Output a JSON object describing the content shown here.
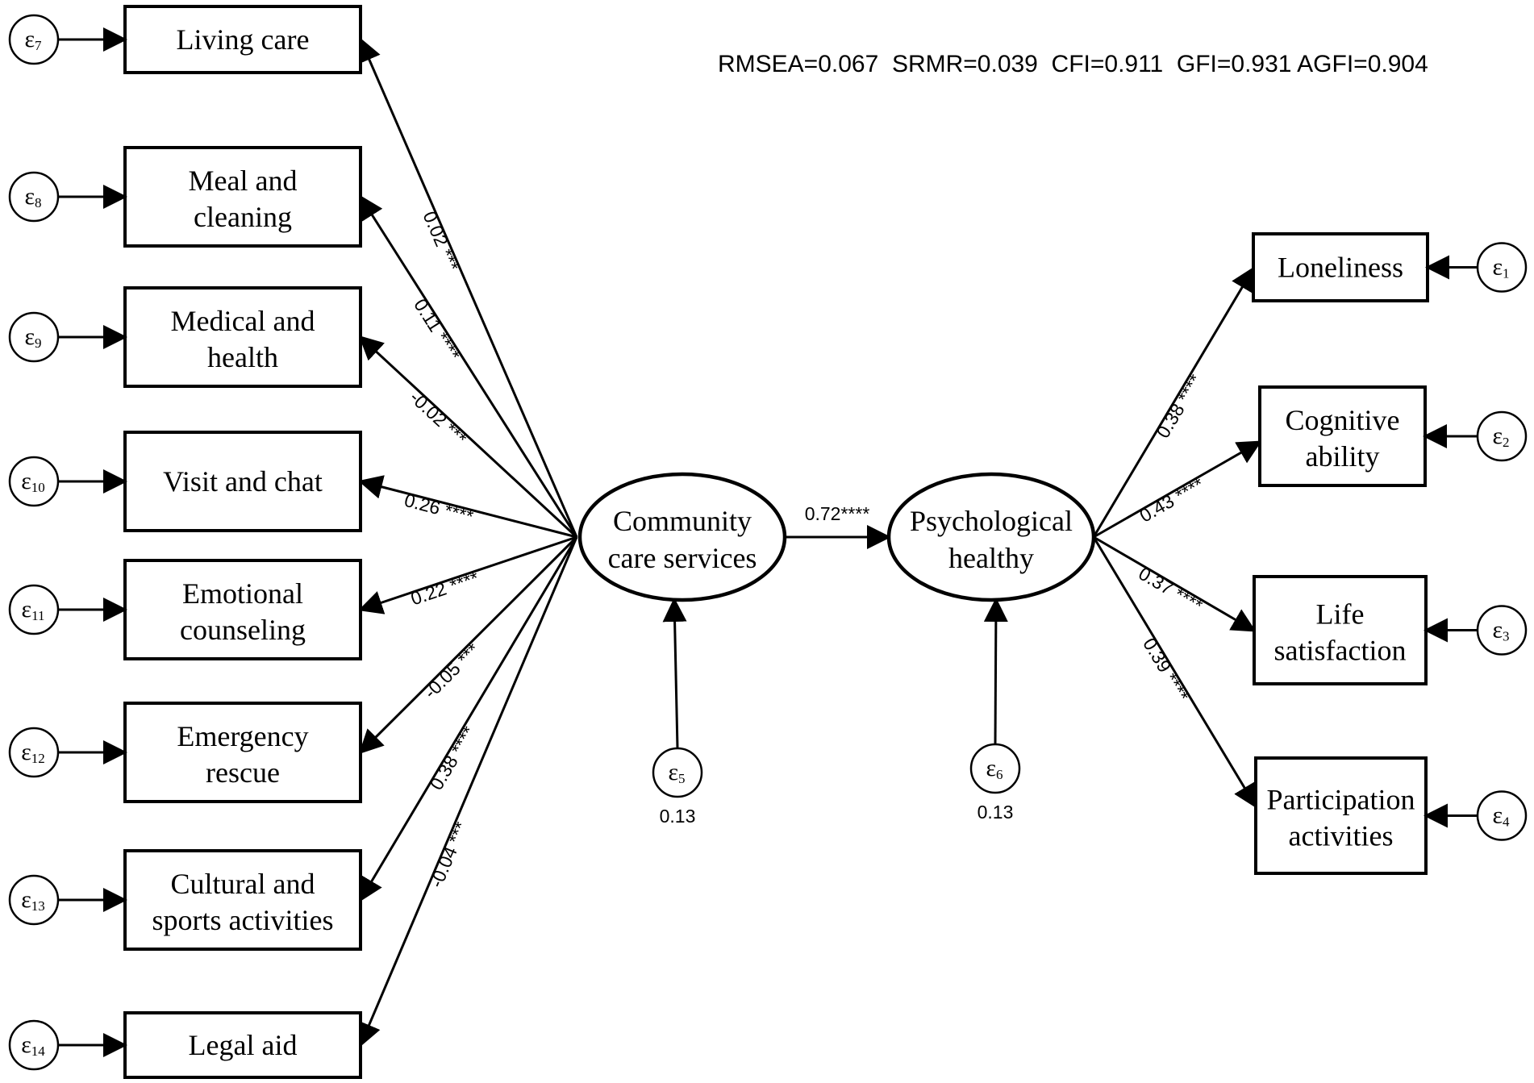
{
  "fit_indices": "RMSEA=0.067  SRMR=0.039  CFI=0.911  GFI=0.931 AGFI=0.904",
  "latent": {
    "community": {
      "line1": "Community",
      "line2": "care services"
    },
    "psych": {
      "line1": "Psychological",
      "line2": "healthy"
    }
  },
  "structural_path": {
    "coef": "0.72****"
  },
  "residuals": {
    "e5": {
      "symbol": "ε",
      "sub": "5",
      "value": "0.13"
    },
    "e6": {
      "symbol": "ε",
      "sub": "6",
      "value": "0.13"
    }
  },
  "left_indicators": [
    {
      "line1": "Living care",
      "line2": "",
      "coef": "0.02 ***",
      "err_sub": "7"
    },
    {
      "line1": "Meal and",
      "line2": "cleaning",
      "coef": "0.11 ****",
      "err_sub": "8"
    },
    {
      "line1": "Medical and",
      "line2": "health",
      "coef": "-0.02 ***",
      "err_sub": "9"
    },
    {
      "line1": "Visit and chat",
      "line2": "",
      "coef": "0.26 ****",
      "err_sub": "10"
    },
    {
      "line1": "Emotional",
      "line2": "counseling",
      "coef": "0.22 ****",
      "err_sub": "11"
    },
    {
      "line1": "Emergency",
      "line2": "rescue",
      "coef": "-0.05 ***",
      "err_sub": "12"
    },
    {
      "line1": "Cultural and",
      "line2": "sports activities",
      "coef": "0.38 ****",
      "err_sub": "13"
    },
    {
      "line1": "Legal aid",
      "line2": "",
      "coef": "-0.04 ***",
      "err_sub": "14"
    }
  ],
  "right_indicators": [
    {
      "line1": "Loneliness",
      "line2": "",
      "coef": "0.38 ****",
      "err_sub": "1"
    },
    {
      "line1": "Cognitive",
      "line2": "ability",
      "coef": "0.43 ****",
      "err_sub": "2"
    },
    {
      "line1": "Life",
      "line2": "satisfaction",
      "coef": "0.37 ****",
      "err_sub": "3"
    },
    {
      "line1": "Participation",
      "line2": "activities",
      "coef": "0.39 ****",
      "err_sub": "4"
    }
  ],
  "epsilon_symbol": "ε"
}
